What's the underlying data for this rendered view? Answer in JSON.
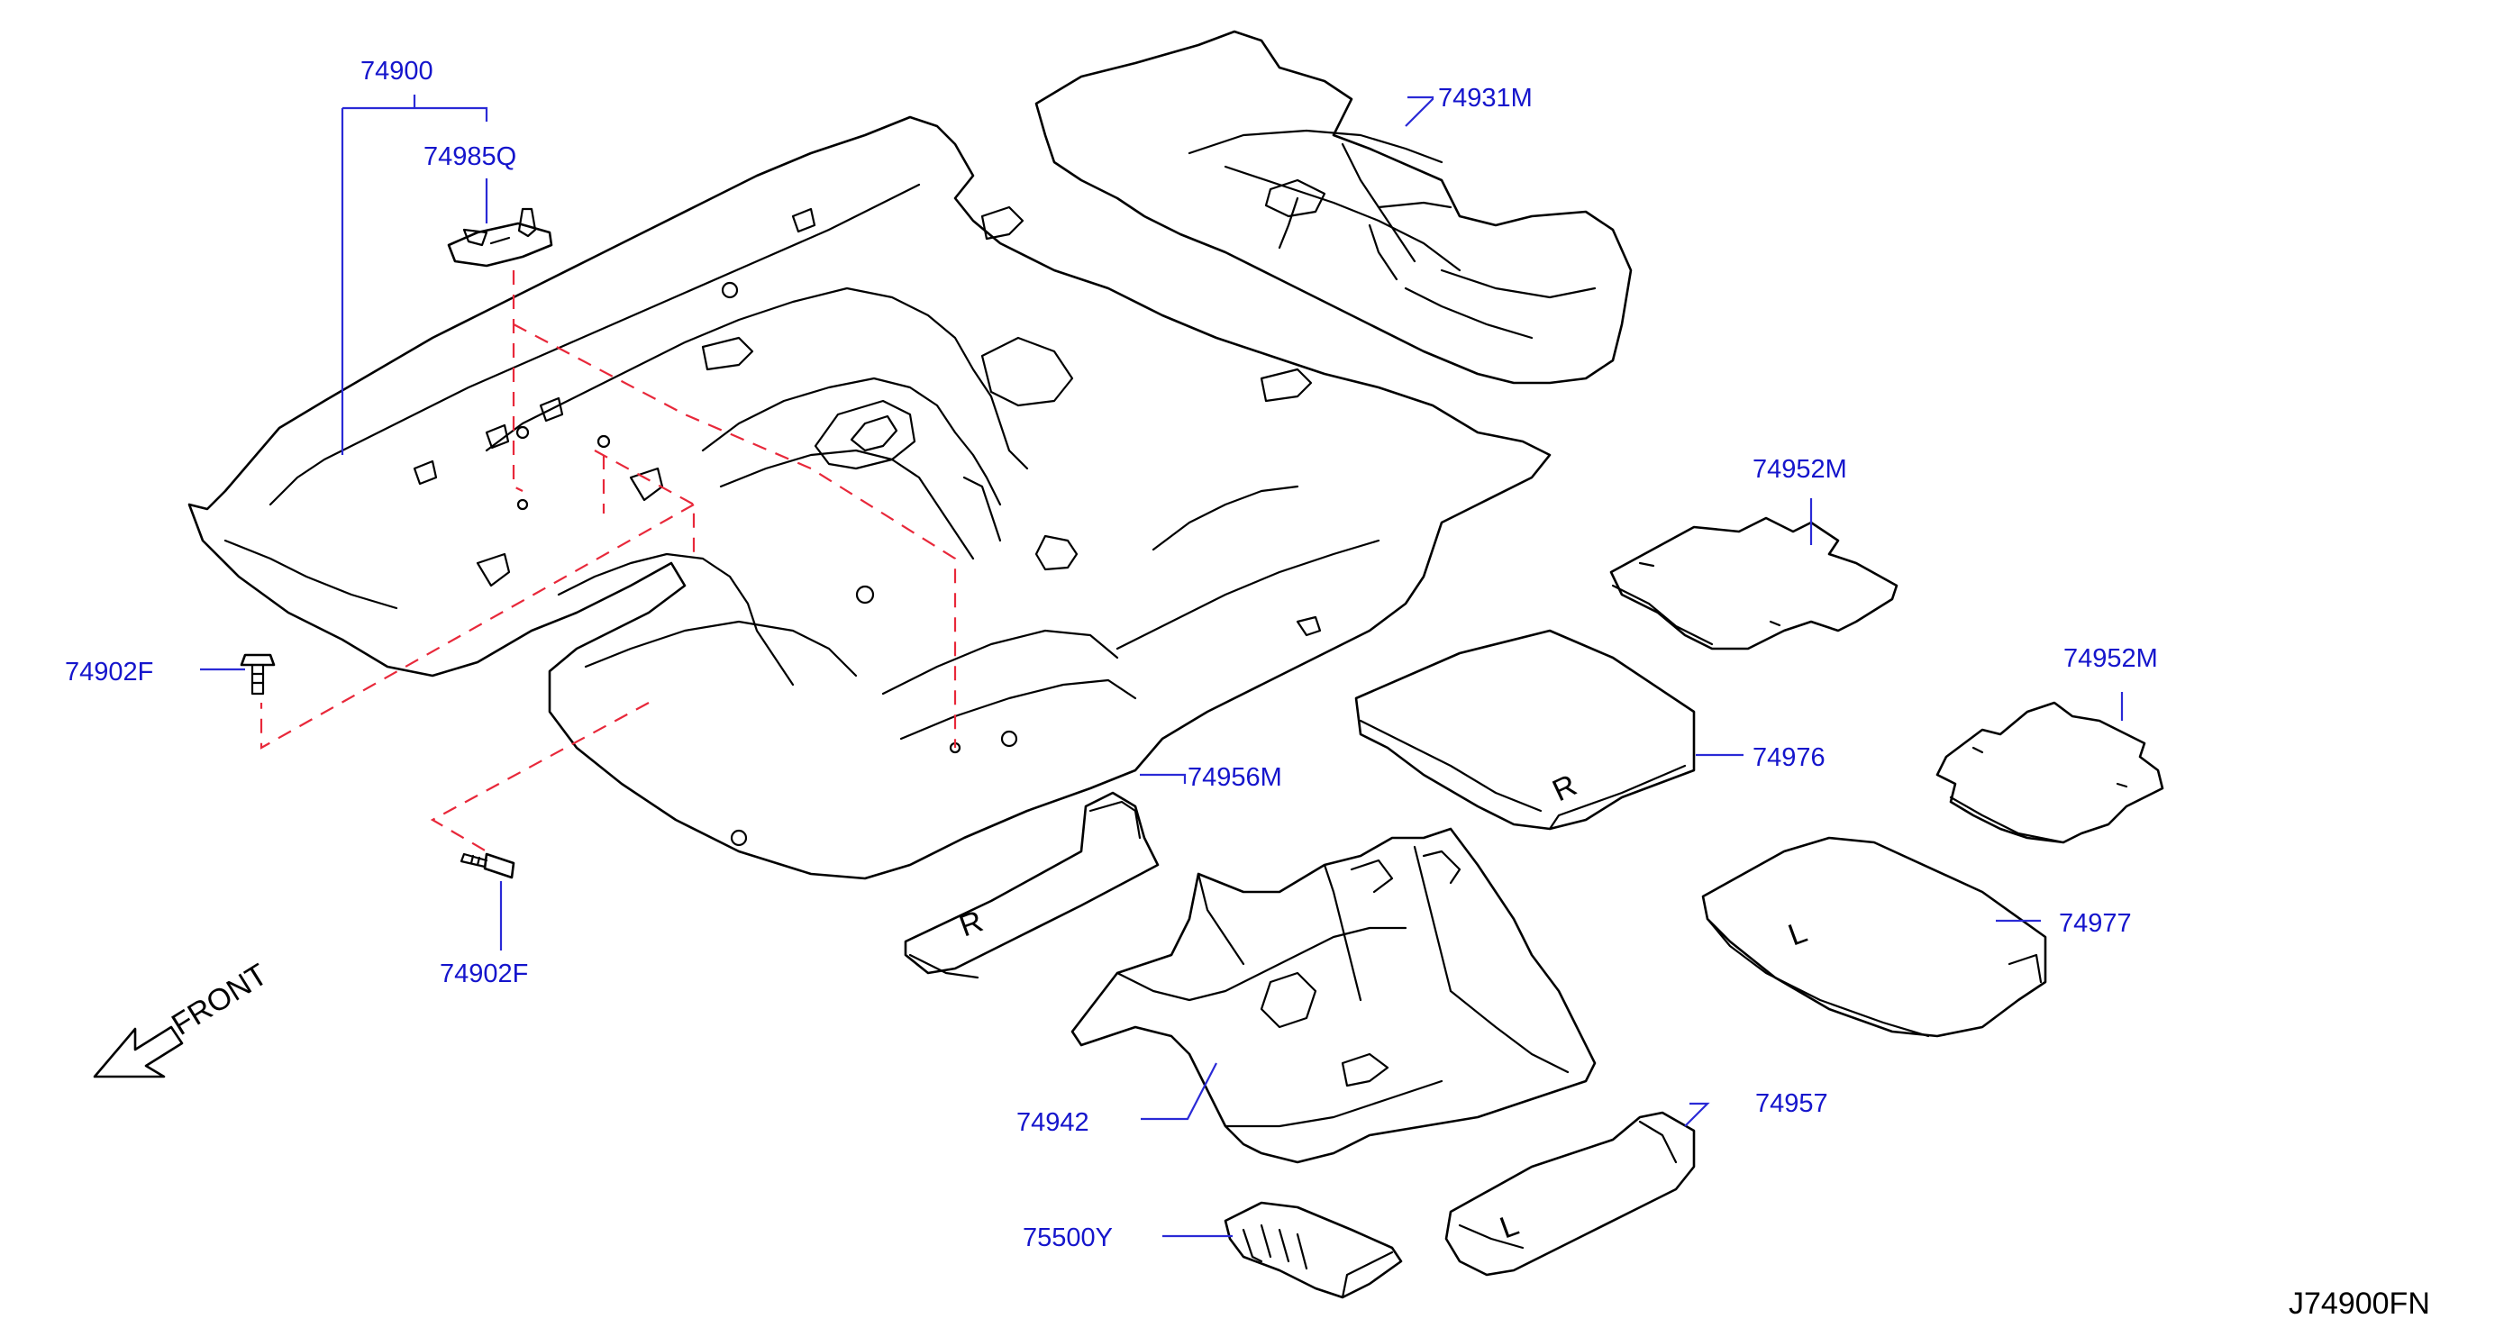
{
  "labels": {
    "p74900": "74900",
    "p74985q": "74985Q",
    "p74931m": "74931M",
    "p74952m_a": "74952M",
    "p74952m_b": "74952M",
    "p74902f_a": "74902F",
    "p74902f_b": "74902F",
    "p74976": "74976",
    "p74956m": "74956M",
    "p74977": "74977",
    "p74942": "74942",
    "p74957": "74957",
    "p75500y": "75500Y",
    "front": "FRONT",
    "code": "J74900FN"
  },
  "marks": {
    "r": "R",
    "l": "L"
  },
  "colors": {
    "label": "#1515cc",
    "leader": "#2a2ad6",
    "dashed_fastener_line": "#e8283a",
    "lines": "#000000"
  }
}
